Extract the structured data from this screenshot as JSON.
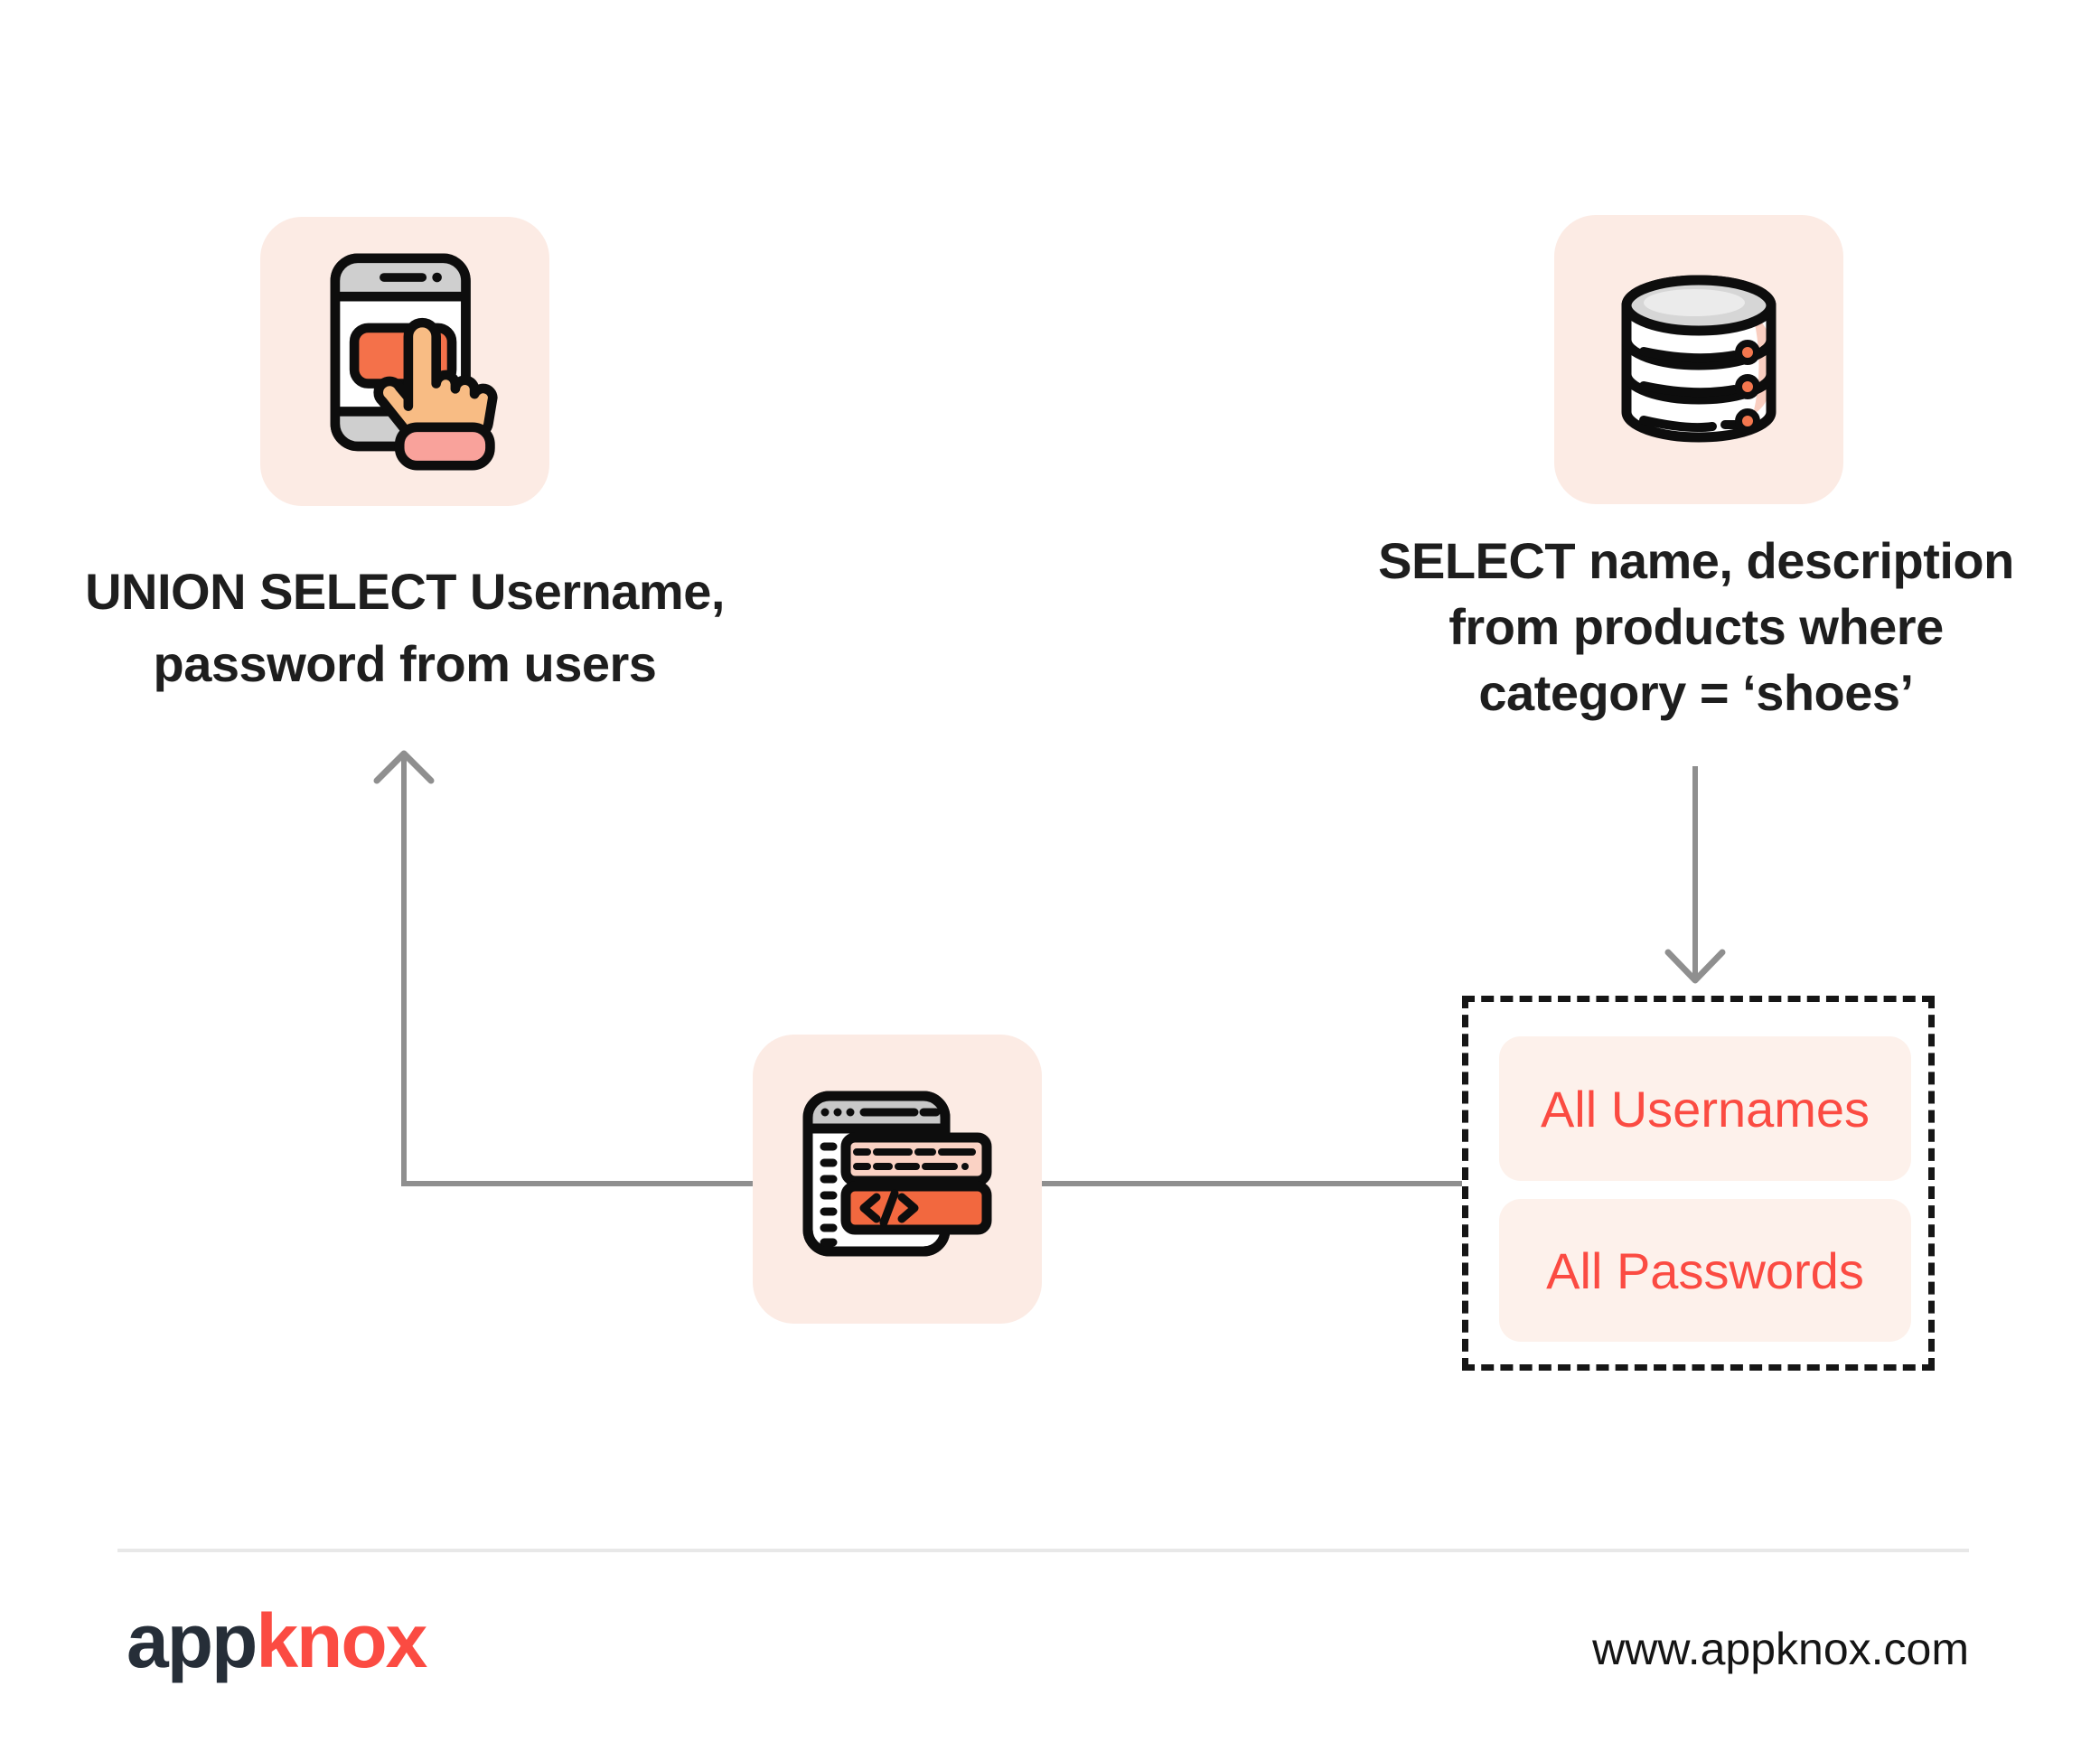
{
  "diagram": {
    "attacker_query": {
      "line1": "UNION SELECT Username,",
      "line2": "password from users"
    },
    "legit_query": {
      "line1": "SELECT name, description",
      "line2": "from products where",
      "line3": "category = ‘shoes’"
    },
    "results": {
      "items": [
        "All Usernames",
        "All Passwords"
      ]
    },
    "icons": {
      "phone": "mobile-tap-icon",
      "database": "database-icon",
      "code": "web-code-icon"
    }
  },
  "footer": {
    "logo": {
      "part1": "app",
      "part2": "knox"
    },
    "website": "www.appknox.com"
  },
  "colors": {
    "card_background": "#FCEBE4",
    "pill_background": "#FDF1EB",
    "accent_orange": "#F4714A",
    "accent_red": "#FB4B42",
    "arrow_gray": "#8F8F8F",
    "outline_black": "#0D0D0D",
    "logo_dark": "#262E38",
    "divider_gray": "#E8E8E8",
    "text_dark": "#1E1E1E"
  }
}
